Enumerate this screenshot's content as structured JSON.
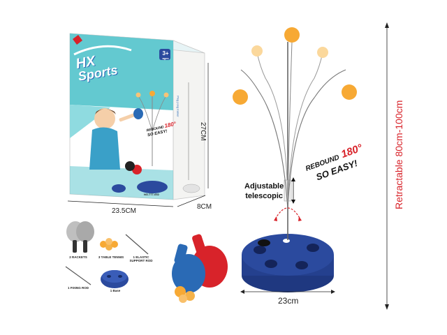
{
  "box": {
    "brand_line1": "HX",
    "brand_line2": "Sports",
    "age_badge": "3+",
    "age_sub": "ages",
    "front_badge_label": "REBOUND",
    "front_badge_value": "180°",
    "front_badge_sub": "SO EASY!",
    "side_text": "Ping pong trainer",
    "item_no": "NO.777-652"
  },
  "dimensions": {
    "box_width": "23.5CM",
    "box_depth": "8CM",
    "box_height": "27CM",
    "base_diameter": "23cm",
    "height_range_prefix": "Retractable",
    "height_range_value": "80cm-100cm"
  },
  "product": {
    "adjust_line1": "Adjustable",
    "adjust_line2": "telescopic",
    "rebound_word": "REBOUND",
    "rebound_angle": "180°",
    "rebound_tagline": "SO EASY!"
  },
  "parts": [
    {
      "label": "2 RACKETS"
    },
    {
      "label": "3 TABLE TENNIS"
    },
    {
      "label": "1 ELASTIC SUPPORT ROD"
    },
    {
      "label": "1 FIXING ROD"
    },
    {
      "label": "1 Base"
    }
  ],
  "colors": {
    "box_teal": "#63c9d0",
    "base_blue": "#2b4a9e",
    "ball_orange": "#f7a934",
    "racket_red": "#d8232a",
    "racket_blue": "#2a6ab5",
    "height_red": "#d8232a"
  }
}
